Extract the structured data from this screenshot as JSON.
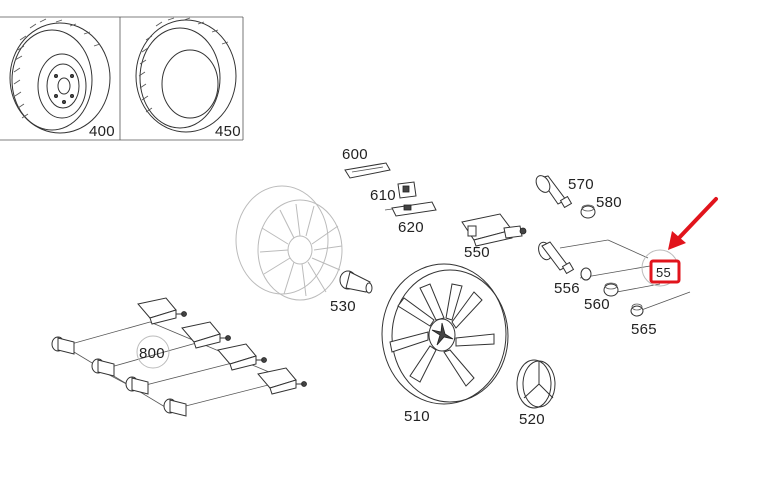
{
  "parts": [
    {
      "id": "p400",
      "label": "400"
    },
    {
      "id": "p450",
      "label": "450"
    },
    {
      "id": "p600",
      "label": "600"
    },
    {
      "id": "p610",
      "label": "610"
    },
    {
      "id": "p620",
      "label": "620"
    },
    {
      "id": "p550",
      "label": "550"
    },
    {
      "id": "p570",
      "label": "570"
    },
    {
      "id": "p580",
      "label": "580"
    },
    {
      "id": "p530",
      "label": "530"
    },
    {
      "id": "p556",
      "label": "556"
    },
    {
      "id": "p560",
      "label": "560"
    },
    {
      "id": "p565",
      "label": "565"
    },
    {
      "id": "p800",
      "label": "800"
    },
    {
      "id": "p510",
      "label": "510"
    },
    {
      "id": "p520",
      "label": "520"
    }
  ],
  "highlight": {
    "label": "55",
    "color": "#e1141c"
  }
}
